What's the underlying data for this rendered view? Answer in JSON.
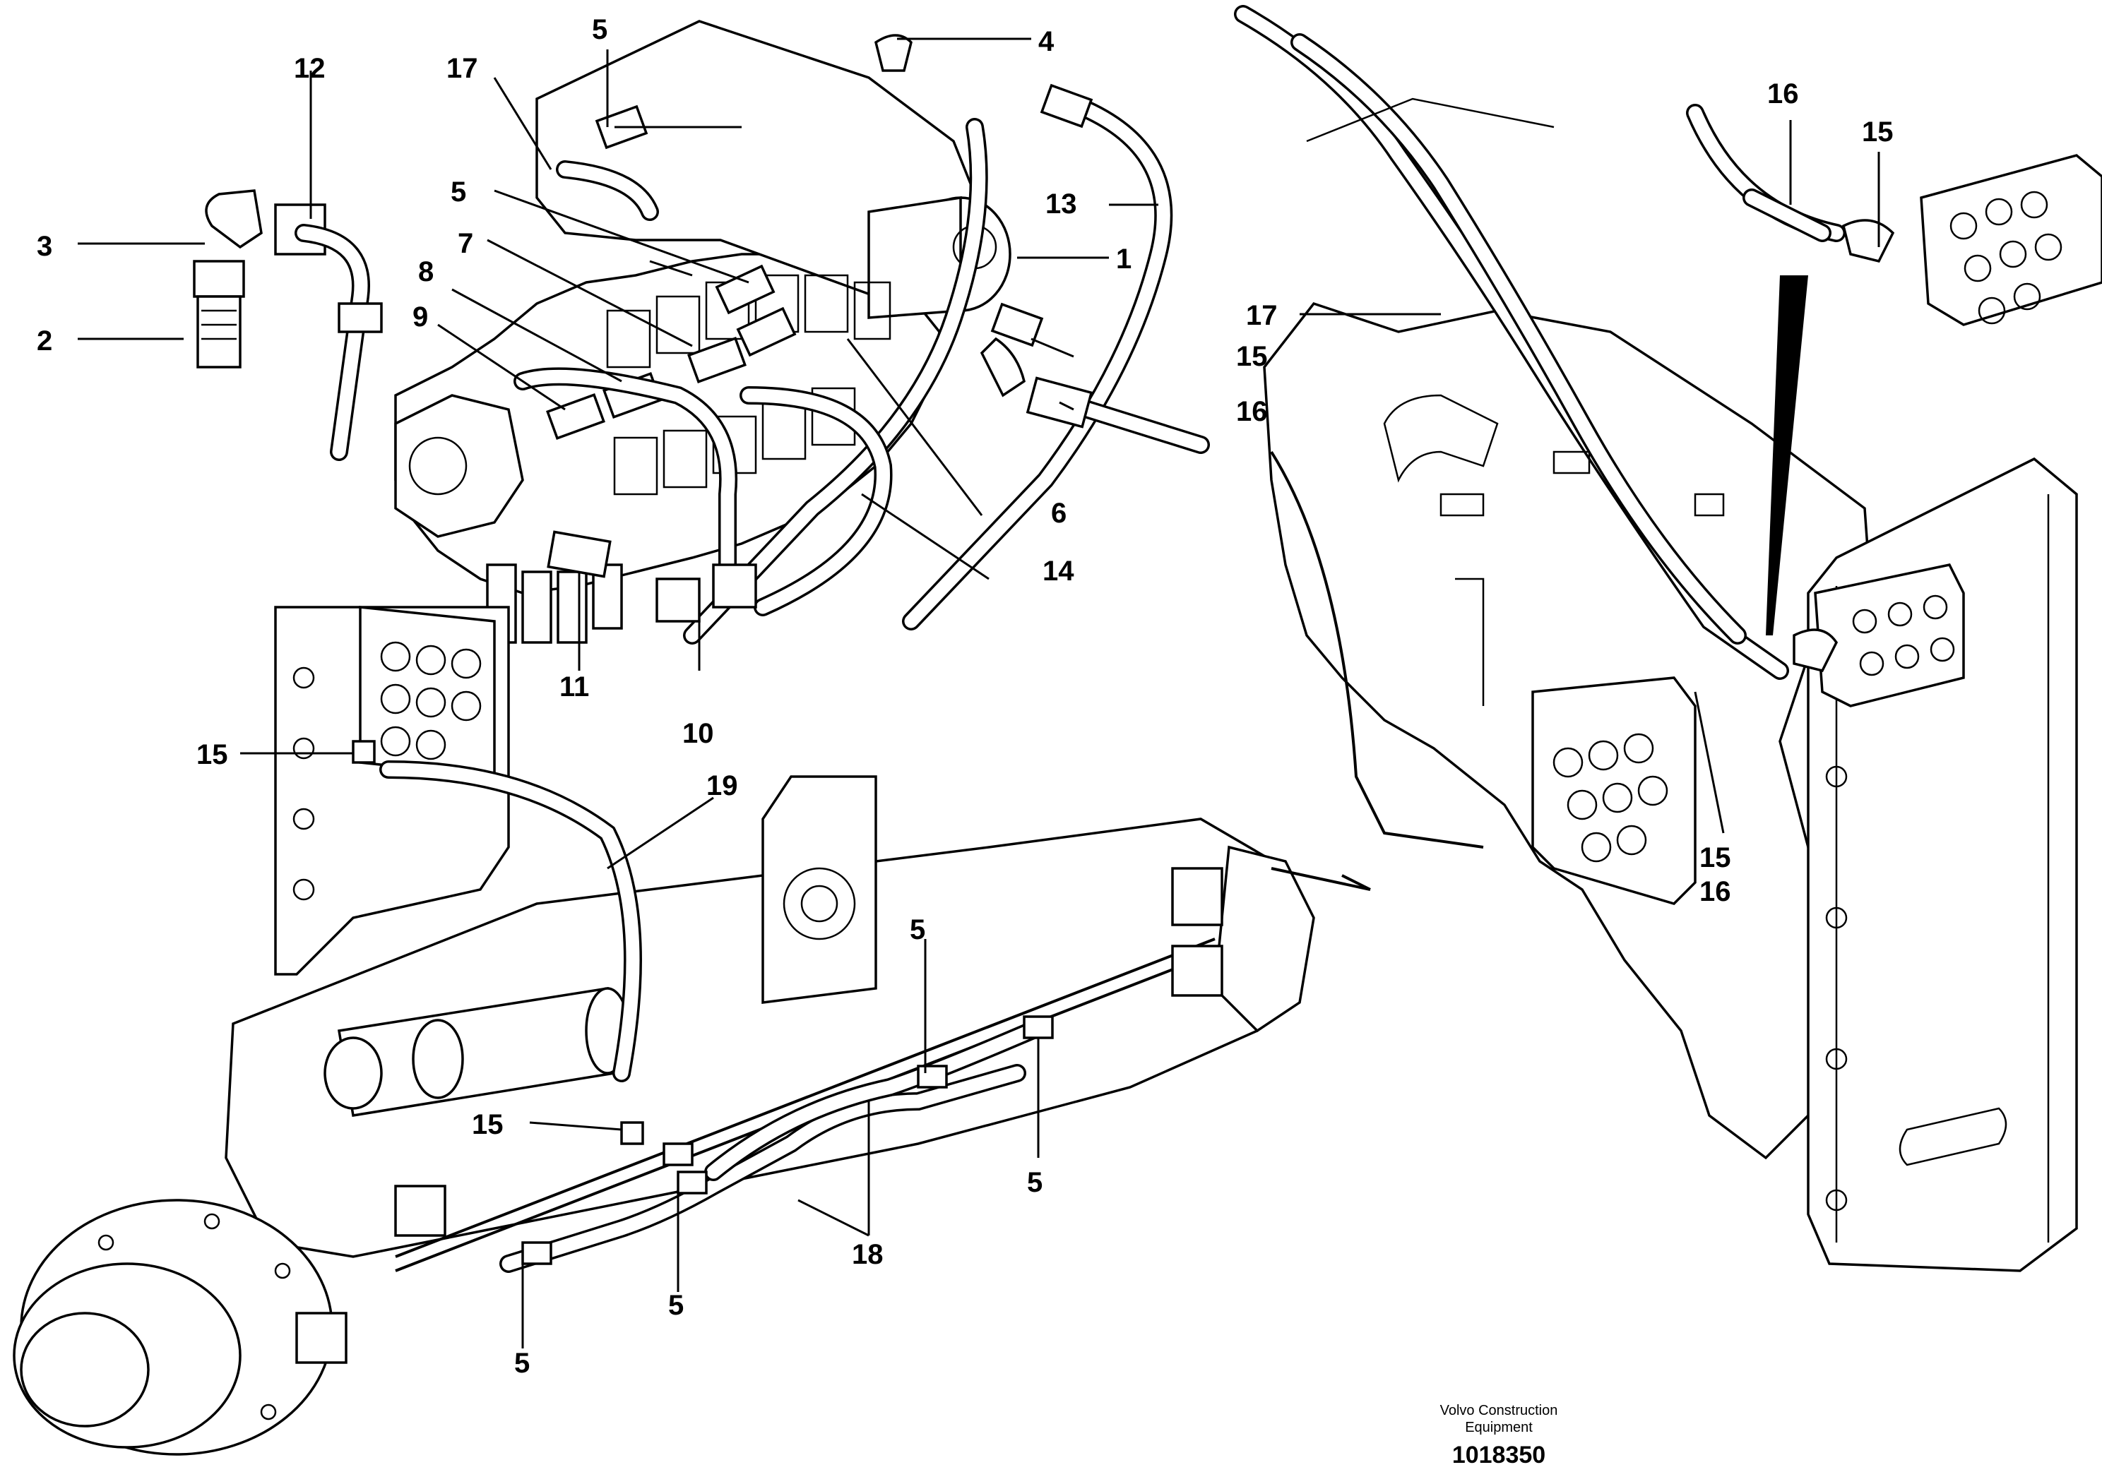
{
  "callouts": {
    "c1": "1",
    "c2": "2",
    "c3": "3",
    "c4": "4",
    "c5a": "5",
    "c5b": "5",
    "c5c": "5",
    "c5d": "5",
    "c5e": "5",
    "c5f": "5",
    "c6": "6",
    "c7": "7",
    "c8": "8",
    "c9": "9",
    "c10": "10",
    "c11": "11",
    "c12": "12",
    "c13": "13",
    "c14": "14",
    "c15a": "15",
    "c15b": "15",
    "c15c": "15",
    "c15d": "15",
    "c15e": "15",
    "c16a": "16",
    "c16b": "16",
    "c16c": "16",
    "c17a": "17",
    "c17b": "17",
    "c18": "18",
    "c19": "19"
  },
  "credit": {
    "line1": "Volvo Construction",
    "line2": "Equipment"
  },
  "document_number": "1018350",
  "colors": {
    "line": "#000000",
    "background": "#ffffff"
  }
}
